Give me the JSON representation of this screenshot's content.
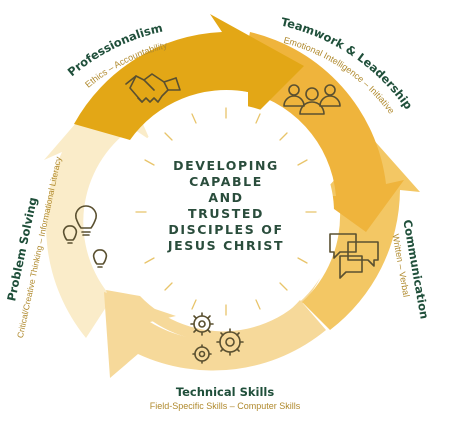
{
  "center": {
    "lines": [
      "DEVELOPING",
      "CAPABLE",
      "AND",
      "TRUSTED",
      "DISCIPLES OF",
      "JESUS CHRIST"
    ]
  },
  "segments": [
    {
      "id": "professionalism",
      "title": "Professionalism",
      "subtitle": "Ethics – Accountability",
      "color": "#e3a716",
      "icon": "handshake-icon"
    },
    {
      "id": "teamwork",
      "title": "Teamwork & Leadership",
      "subtitle": "Emotional Intelligence – Initiative",
      "color": "#efb43c",
      "icon": "people-icon"
    },
    {
      "id": "communication",
      "title": "Communication",
      "subtitle": "Written – Verbal",
      "color": "#f3c764",
      "icon": "speech-bubbles-icon"
    },
    {
      "id": "technical",
      "title": "Technical Skills",
      "subtitle": "Field-Specific Skills – Computer Skills",
      "color": "#f6d99a",
      "icon": "gears-icon"
    },
    {
      "id": "problem_solving",
      "title": "Problem Solving",
      "subtitle": "Critical/Creative Thinking – Informational Literacy",
      "color": "#faecc9",
      "icon": "lightbulbs-icon"
    }
  ],
  "colors": {
    "title": "#1f4f3a",
    "subtitle": "#b08a2e",
    "center_text": "#2a4d3c",
    "rays": "#e8c46a"
  }
}
